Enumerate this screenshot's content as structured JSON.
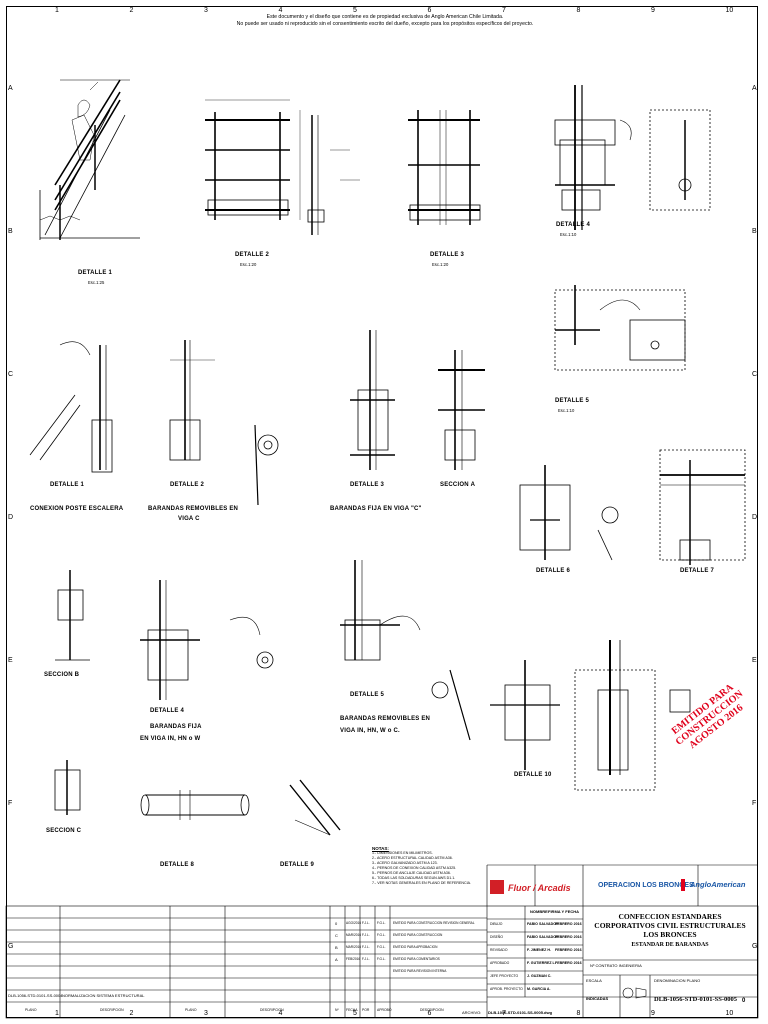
{
  "sheet": {
    "col_numbers": [
      "1",
      "2",
      "3",
      "4",
      "5",
      "6",
      "7",
      "8",
      "9",
      "10"
    ],
    "row_letters": [
      "A",
      "B",
      "C",
      "D",
      "E",
      "F",
      "G"
    ],
    "notice_line1": "Este documento y el diseño que contiene es de propiedad exclusiva de Anglo American Chile Limitada.",
    "notice_line2": "No puede ser usado ni reproducido sin el consentimiento escrito del dueño, excepto para los propósitos específicos del proyecto."
  },
  "details": [
    {
      "id": "d1a",
      "title": "DETALLE",
      "num": "1",
      "scale": "Esc.1:25"
    },
    {
      "id": "d2a",
      "title": "DETALLE",
      "num": "2",
      "scale": "Esc.1:20"
    },
    {
      "id": "d3a",
      "title": "DETALLE",
      "num": "3",
      "scale": "Esc.1:20"
    },
    {
      "id": "d4a",
      "title": "DETALLE",
      "num": "4",
      "scale": "Esc.1:10"
    },
    {
      "id": "d5a",
      "title": "DETALLE",
      "num": "5",
      "scale": "Esc.1:10"
    }
  ],
  "labels": {
    "conexion": "CONEXION POSTE ESCALERA",
    "barandas_rem_c_1": "BARANDAS REMOVIBLES EN",
    "barandas_rem_c_2": "VIGA  C",
    "barandas_fija_c": "BARANDAS FIJA EN VIGA \"C\"",
    "seccion": "SECCION",
    "barandas_fija_in_1": "BARANDAS FIJA",
    "barandas_fija_in_2": "EN VIGA IN, HN o W",
    "barandas_rem_in_1": "BARANDAS REMOVIBLES EN",
    "barandas_rem_in_2": "VIGA IN, HN, W o C.",
    "detalle": "DETALLE",
    "seccion_word": "SECCION",
    "n6": "6",
    "n7": "7",
    "n8": "8",
    "n9": "9",
    "n10": "10",
    "n1": "1",
    "n2": "2",
    "n3": "3",
    "n4": "4",
    "n5": "5",
    "na": "A",
    "nb": "B",
    "nc": "C",
    "nd": "D"
  },
  "notes": {
    "heading": "NOTAS:",
    "lines": [
      "1.- DIMENSIONES EN MILIMETROS.",
      "2.- ACERO ESTRUCTURAL CALIDAD ASTM A36.",
      "3.- ACERO GALVANIZADO ASTM A 123.",
      "4.- PERNOS DE CONEXION CALIDAD ASTM A325.",
      "5.- PERNOS DE ANCLAJE CALIDAD ASTM A36.",
      "6.- TODAS LAS SOLDADURAS SEGUN AWS D1.1.",
      "7.- VER NOTAS GENERALES EN PLANO DE REFERENCIA."
    ]
  },
  "stamp": {
    "line1": "EMITIDO PARA CONSTRUCCION",
    "line2": "AGOSTO 2016"
  },
  "titleblock": {
    "company_logo": "Fluor / Arcadis",
    "client_area": "OPERACION LOS BRONCES",
    "client": "AngloAmerican",
    "project_line1": "CONFECCION ESTANDARES",
    "project_line2": "CORPORATIVOS CIVIL ESTRUCTURALES",
    "project_line3": "LOS BRONCES",
    "drawing_title": "ESTANDAR DE BARANDAS",
    "drawing_no": "DLB-1056-STD-0101-SS-0005",
    "revision": "0",
    "contract_label": "Nº CONTRATO INGENIERIA",
    "drawing_label": "DENOMINACION PLANO",
    "scale_label": "ESCALA",
    "scale_value": "INDICADAS",
    "file_label": "ARCHIVO:",
    "file_value": "DLB-1056-STD-0101-SS-0005.dwg",
    "names_header": "NOMBRE",
    "sign_header": "FIRMA Y FECHA",
    "rows": [
      {
        "role": "DIBUJO",
        "name": "FABIO SALVADOR",
        "date": "FEBRERO 2016"
      },
      {
        "role": "DISEÑO",
        "name": "FABIO SALVADOR",
        "date": "FEBRERO 2016"
      },
      {
        "role": "REVISADO",
        "name": "F. JIMENEZ H.",
        "date": "FEBRERO 2016"
      },
      {
        "role": "APROBADO",
        "name": "F. GUTIERREZ L.",
        "date": "FEBRERO 2016"
      },
      {
        "role": "JEFE PROYECTO",
        "name": "J. GUZMAN C.",
        "date": ""
      },
      {
        "role": "APROB. PROYECTO",
        "name": "M. GARCIA A.",
        "date": ""
      }
    ],
    "revisions": [
      {
        "rev": "0",
        "date": "AGO/2016",
        "by": "F.J.L.",
        "chk": "F.G.L.",
        "desc": "EMITIDO PARA CONSTRUCCION REVISION GENERAL"
      },
      {
        "rev": "C",
        "date": "MAR/2016",
        "by": "F.J.L.",
        "chk": "F.G.L.",
        "desc": "EMITIDO PARA CONSTRUCCION"
      },
      {
        "rev": "B",
        "date": "MAR/2016",
        "by": "F.J.L.",
        "chk": "F.G.L.",
        "desc": "EMITIDO PARA APROBACION"
      },
      {
        "rev": "A",
        "date": "FEB/2016",
        "by": "F.J.L.",
        "chk": "F.G.L.",
        "desc": "EMITIDO PARA COMENTARIOS"
      },
      {
        "rev": "",
        "date": "",
        "by": "",
        "chk": "",
        "desc": "EMITIDO PARA REVISION INTERNA"
      }
    ],
    "rev_headers": [
      "Nº",
      "FECHA",
      "POR",
      "APROBÓ",
      "DESCRIPCION"
    ],
    "ref_headers": [
      "PLANO",
      "DESCRIPCION",
      "PLANO",
      "DESCRIPCION"
    ],
    "ref_first": "DLB-1056-STD-0101-SS-0004",
    "ref_first_desc": "NORMALIZACION SISTEMA ESTRUCTURAL"
  }
}
